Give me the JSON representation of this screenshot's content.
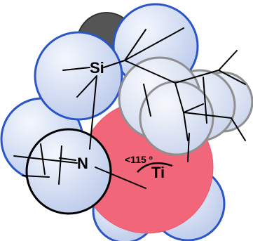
{
  "figure": {
    "labels": {
      "si": "Si",
      "n": "N",
      "ti": "Ti",
      "angle": "<115 º"
    },
    "colors": {
      "background": "#ffffff",
      "ligand_fill": "#cfd9f0",
      "ligand_stroke_blue": "#2a55c8",
      "ligand_stroke_gray": "#8f8f8f",
      "titanium_fill": "#f2667a",
      "silicon_cap": "#555555",
      "bond": "#000000"
    }
  }
}
